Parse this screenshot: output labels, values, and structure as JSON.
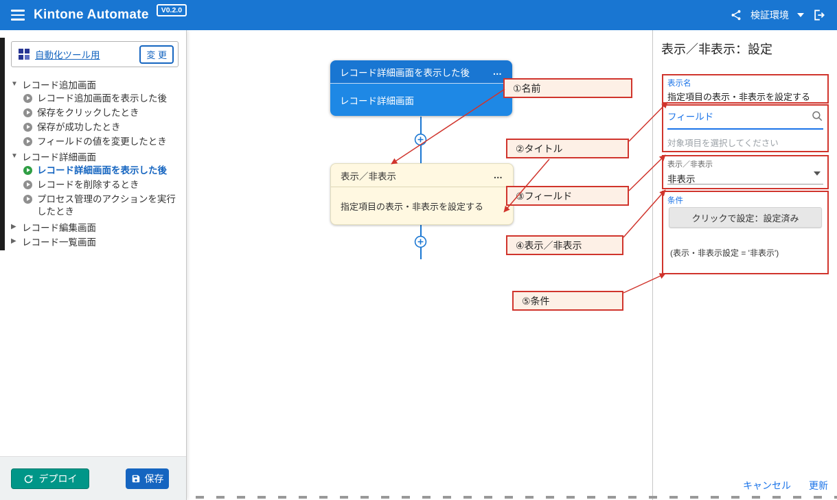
{
  "app_bar": {
    "title": "Kintone Automate",
    "version": "V0.2.0",
    "environment": "検証環境"
  },
  "icons": {
    "expanded": "▼",
    "collapsed": "▶",
    "more": "…"
  },
  "sidebar": {
    "app_link": "自動化ツール用",
    "change_button": "変 更",
    "groups": [
      {
        "label": "レコード追加画面",
        "items": [
          "レコード追加画面を表示した後",
          "保存をクリックしたとき",
          "保存が成功したとき",
          "フィールドの値を変更したとき"
        ]
      },
      {
        "label": "レコード詳細画面",
        "items": [
          "レコード詳細画面を表示した後",
          "レコードを削除するとき",
          "プロセス管理のアクションを実行したとき"
        ]
      },
      {
        "label": "レコード編集画面",
        "items": []
      },
      {
        "label": "レコード一覧画面",
        "items": []
      }
    ],
    "selected_item": "レコード詳細画面を表示した後",
    "deploy_button": "デプロイ",
    "save_button": "保存"
  },
  "canvas": {
    "trigger_node": {
      "title": "レコード詳細画面を表示した後",
      "subtitle": "レコード詳細画面"
    },
    "action_node": {
      "title": "表示／非表示",
      "subtitle": "指定項目の表示・非表示を設定する"
    },
    "annotations": [
      "①名前",
      "②タイトル",
      "③フィールド",
      "④表示／非表示",
      "⑤条件"
    ]
  },
  "panel": {
    "title": "表示／非表示：設定",
    "display_name_label": "表示名",
    "display_name_value": "指定項目の表示・非表示を設定する",
    "field_label": "フィールド",
    "field_placeholder": "対象項目を選択してください",
    "visibility_label": "表示／非表示",
    "visibility_value": "非表示",
    "condition_label": "条件",
    "condition_button": "クリックで設定：設定済み",
    "condition_summary": "(表示・非表示設定 = '非表示')",
    "cancel_link": "キャンセル",
    "update_link": "更新"
  },
  "colors": {
    "primary_blue": "#1976d2",
    "node_body_blue": "#1e88e5",
    "node_yellow": "#fff8e1",
    "annotation_red": "#d0342c",
    "deploy_teal": "#009688",
    "selected_green": "#2f9e44",
    "link_blue": "#1a73e8"
  }
}
